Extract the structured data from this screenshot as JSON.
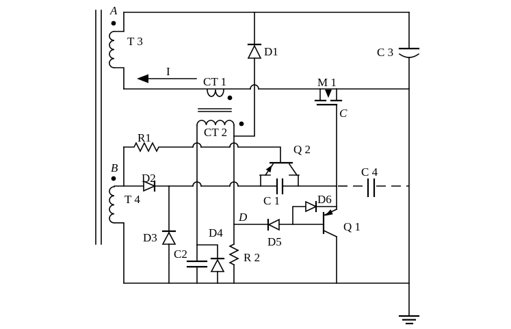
{
  "diagram_type": "circuit-schematic",
  "colors": {
    "line": "#000000",
    "background": "#ffffff"
  },
  "labels": {
    "node_a": "A",
    "node_b": "B",
    "node_c": "C",
    "node_d": "D",
    "current_arrow": "I",
    "t3": "T 3",
    "t4": "T 4",
    "ct1": "CT 1",
    "ct2": "CT 2",
    "r1": "R1",
    "r2": "R 2",
    "d1": "D1",
    "d2": "D2",
    "d3": "D3",
    "d4": "D4",
    "d5": "D5",
    "d6": "D6",
    "c1": "C 1",
    "c2": "C2",
    "c3": "C 3",
    "c4": "C 4",
    "m1": "M 1",
    "q1": "Q 1",
    "q2": "Q 2"
  }
}
